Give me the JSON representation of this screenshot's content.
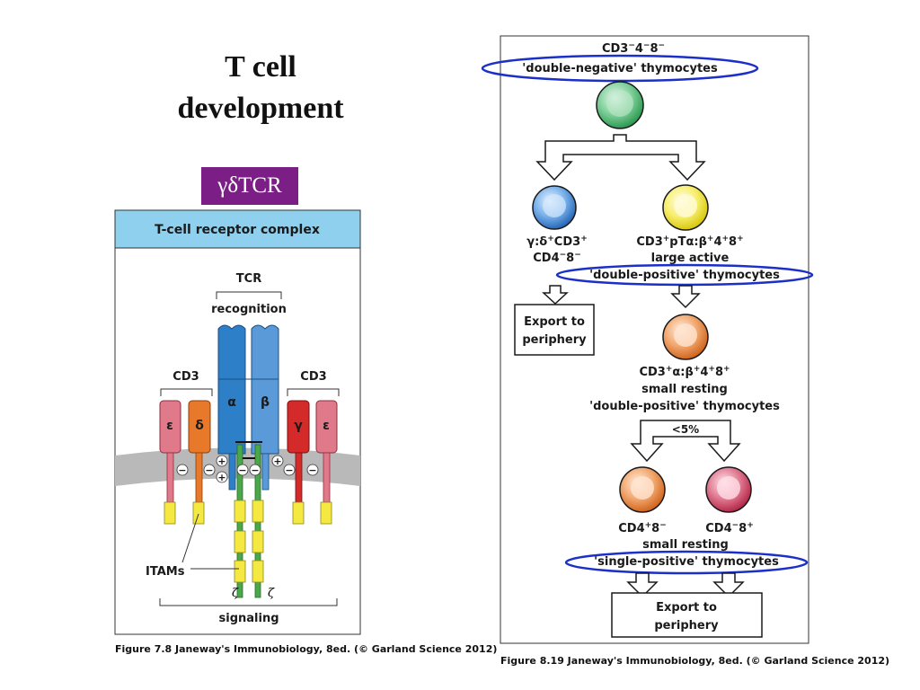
{
  "slide": {
    "title_line1": "T cell",
    "title_line2": "development",
    "badge": "γδTCR"
  },
  "receptor_figure": {
    "header": "T-cell receptor complex",
    "tcr_label": "TCR",
    "recognition_label": "recognition",
    "cd3_left_label": "CD3",
    "cd3_right_label": "CD3",
    "chain_epsilon_left": "ε",
    "chain_delta": "δ",
    "chain_alpha": "α",
    "chain_beta": "β",
    "chain_gamma": "γ",
    "chain_epsilon_right": "ε",
    "plus_sign": "+",
    "minus_sign": "−",
    "itams_label": "ITAMs",
    "zeta_left": "ζ",
    "zeta_right": "ζ",
    "signaling_label": "signaling",
    "caption": "Figure 7.8  Janeway's Immunobiology, 8ed. (© Garland Science 2012)",
    "colors": {
      "header_bg": "#8fd0ee",
      "membrane": "#b9b9b9",
      "epsilon": "#e07a8a",
      "delta": "#e8782a",
      "alpha": "#2d7fc8",
      "beta": "#5a9ad8",
      "gamma": "#d42a2a",
      "zeta": "#4aa84a",
      "itam": "#f5e840"
    }
  },
  "development_figure": {
    "dn_label_main": "CD3",
    "dn_label_sup": "−",
    "dn_label_rest": "4",
    "dn_label_sup2": "−",
    "dn_label_rest2": "8",
    "dn_label_sup3": "−",
    "dn_caption": "'double-negative' thymocytes",
    "gd_line1_a": "γ:δ",
    "gd_line1_sup": "+",
    "gd_line1_b": "CD3",
    "gd_line1_sup2": "+",
    "gd_line2_a": "CD4",
    "gd_line2_sup": "−",
    "gd_line2_b": "8",
    "gd_line2_sup2": "−",
    "export_left_line1": "Export to",
    "export_left_line2": "periphery",
    "dp_large_line1_a": "CD3",
    "dp_large_line1_sup": "+",
    "dp_large_line1_b": "pTα:β",
    "dp_large_line1_sup2": "+",
    "dp_large_line1_c": "4",
    "dp_large_line1_sup3": "+",
    "dp_large_line1_d": "8",
    "dp_large_line1_sup4": "+",
    "dp_large_line2": "large active",
    "dp_large_line3": "'double-positive' thymocytes",
    "dp_small_line1_a": "CD3",
    "dp_small_line1_sup": "+",
    "dp_small_line1_b": "α:β",
    "dp_small_line1_sup2": "+",
    "dp_small_line1_c": "4",
    "dp_small_line1_sup3": "+",
    "dp_small_line1_d": "8",
    "dp_small_line1_sup4": "+",
    "dp_small_line2": "small resting",
    "dp_small_line3": "'double-positive' thymocytes",
    "split_percent": "<5%",
    "sp_cd4_a": "CD4",
    "sp_cd4_sup": "+",
    "sp_cd4_b": "8",
    "sp_cd4_sup2": "−",
    "sp_cd8_a": "CD4",
    "sp_cd8_sup": "−",
    "sp_cd8_b": "8",
    "sp_cd8_sup2": "+",
    "sp_line2": "small resting",
    "sp_line3": "'single-positive' thymocytes",
    "export_bottom_line1": "Export to",
    "export_bottom_line2": "periphery",
    "caption": "Figure 8.19  Janeway's Immunobiology, 8ed. (© Garland Science 2012)",
    "colors": {
      "dn_cell": "#3aa860",
      "gd_cell": "#2f7fd0",
      "dp_large_cell": "#f2e21a",
      "dp_small_cell": "#e57a30",
      "sp_cd4_cell": "#e8803a",
      "sp_cd8_cell": "#cc3a5a",
      "highlight_ellipse": "#1c2fc8"
    }
  }
}
